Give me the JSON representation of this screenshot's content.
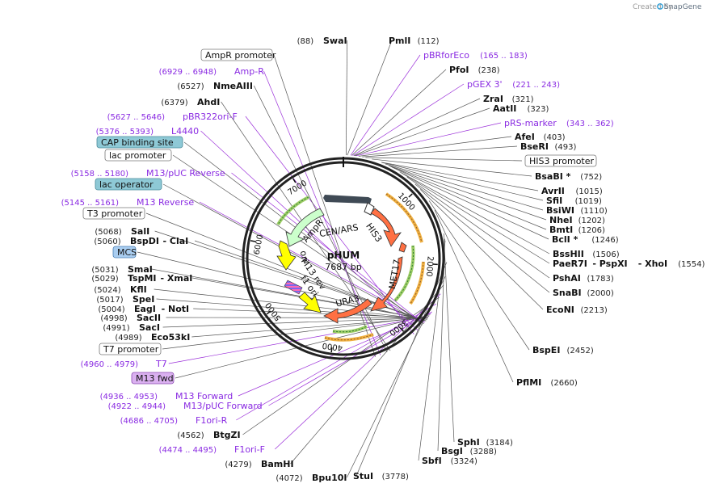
{
  "credit": {
    "prefix": "Created by",
    "brand": "SnapGene"
  },
  "plasmid": {
    "name": "pHUM",
    "size_label": "7687 bp"
  },
  "ticks": [
    "1000",
    "2000",
    "3000",
    "4000",
    "5000",
    "6000",
    "7000"
  ],
  "inner_features": [
    "CEN/ARS",
    "HIS3",
    "AmpR",
    "MET17",
    "URA3",
    "ori",
    "M13 rev",
    "f1 ori"
  ],
  "labels": [
    {
      "pos": "(88)",
      "name": "SwaI",
      "kind": "site"
    },
    {
      "name": "PmlI",
      "pos": "(112)",
      "kind": "site"
    },
    {
      "name": "pBRforEco",
      "pos": "(165 .. 183)",
      "kind": "primer"
    },
    {
      "name": "PfoI",
      "pos": "(238)",
      "kind": "site"
    },
    {
      "name": "pGEX 3'",
      "pos": "(221 .. 243)",
      "kind": "primer"
    },
    {
      "name": "ZraI",
      "pos": "(321)",
      "kind": "site"
    },
    {
      "name": "AatII",
      "pos": "(323)",
      "kind": "site"
    },
    {
      "name": "pRS-marker",
      "pos": "(343 .. 362)",
      "kind": "primer"
    },
    {
      "name": "AfeI",
      "pos": "(403)",
      "kind": "site"
    },
    {
      "name": "BseRI",
      "pos": "(493)",
      "kind": "site"
    },
    {
      "name": "HIS3 promoter",
      "kind": "box-white"
    },
    {
      "name": "BsaBI *",
      "pos": "(752)",
      "kind": "site"
    },
    {
      "name": "AvrII",
      "pos": "(1015)",
      "kind": "site"
    },
    {
      "name": "SfiI",
      "pos": "(1019)",
      "kind": "site"
    },
    {
      "name": "BsiWI",
      "pos": "(1110)",
      "kind": "site"
    },
    {
      "name": "NheI",
      "pos": "(1202)",
      "kind": "site"
    },
    {
      "name": "BmtI",
      "pos": "(1206)",
      "kind": "site"
    },
    {
      "name": "BclI *",
      "pos": "(1246)",
      "kind": "site"
    },
    {
      "name": "BssHII",
      "pos": "(1506)",
      "kind": "site"
    },
    {
      "name": "PaeR7I",
      "extra": [
        "PspXI",
        "XhoI"
      ],
      "pos": "(1554)",
      "kind": "site"
    },
    {
      "name": "PshAI",
      "pos": "(1783)",
      "kind": "site"
    },
    {
      "name": "SnaBI",
      "pos": "(2000)",
      "kind": "site"
    },
    {
      "name": "EcoNI",
      "pos": "(2213)",
      "kind": "site"
    },
    {
      "name": "BspEI",
      "pos": "(2452)",
      "kind": "site"
    },
    {
      "name": "PflMI",
      "pos": "(2660)",
      "kind": "site"
    },
    {
      "name": "SphI",
      "pos": "(3184)",
      "kind": "site"
    },
    {
      "name": "BsgI",
      "pos": "(3288)",
      "kind": "site"
    },
    {
      "name": "SbfI",
      "pos": "(3324)",
      "kind": "site"
    },
    {
      "name": "StuI",
      "pos": "(3778)",
      "kind": "site"
    },
    {
      "pos": "(4072)",
      "name": "Bpu10I",
      "kind": "site"
    },
    {
      "pos": "(4279)",
      "name": "BamHI",
      "kind": "site"
    },
    {
      "pos": "(4474 .. 4495)",
      "name": "F1ori-F",
      "kind": "primer"
    },
    {
      "pos": "(4562)",
      "name": "BtgZI",
      "kind": "site"
    },
    {
      "pos": "(4686 .. 4705)",
      "name": "F1ori-R",
      "kind": "primer"
    },
    {
      "pos": "(4922 .. 4944)",
      "name": "M13/pUC Forward",
      "kind": "primer"
    },
    {
      "pos": "(4936 .. 4953)",
      "name": "M13 Forward",
      "kind": "primer"
    },
    {
      "name": "M13 fwd",
      "kind": "box-purple"
    },
    {
      "pos": "(4960 .. 4979)",
      "name": "T7",
      "kind": "primer"
    },
    {
      "name": "T7 promoter",
      "kind": "box-white"
    },
    {
      "pos": "(4989)",
      "name": "Eco53kI",
      "kind": "site"
    },
    {
      "pos": "(4991)",
      "name": "SacI",
      "kind": "site"
    },
    {
      "pos": "(4998)",
      "name": "SacII",
      "kind": "site"
    },
    {
      "pos": "(5004)",
      "name": "EagI",
      "extra": [
        "NotI"
      ],
      "kind": "site"
    },
    {
      "pos": "(5017)",
      "name": "SpeI",
      "kind": "site"
    },
    {
      "pos": "(5024)",
      "name": "KflI",
      "kind": "site"
    },
    {
      "pos": "(5029)",
      "name": "TspMI",
      "extra": [
        "XmaI"
      ],
      "kind": "site"
    },
    {
      "pos": "(5031)",
      "name": "SmaI",
      "kind": "site"
    },
    {
      "name": "MCS",
      "kind": "box-blue"
    },
    {
      "pos": "(5060)",
      "name": "BspDI",
      "extra": [
        "ClaI"
      ],
      "kind": "site"
    },
    {
      "pos": "(5068)",
      "name": "SalI",
      "kind": "site"
    },
    {
      "name": "T3 promoter",
      "kind": "box-white"
    },
    {
      "pos": "(5145 .. 5161)",
      "name": "M13 Reverse",
      "kind": "primer"
    },
    {
      "name": "lac operator",
      "kind": "box-teal"
    },
    {
      "pos": "(5158 .. 5180)",
      "name": "M13/pUC Reverse",
      "kind": "primer"
    },
    {
      "name": "lac promoter",
      "kind": "box-white"
    },
    {
      "name": "CAP binding site",
      "kind": "box-teal"
    },
    {
      "pos": "(5376 .. 5393)",
      "name": "L4440",
      "kind": "primer"
    },
    {
      "pos": "(5627 .. 5646)",
      "name": "pBR322ori-F",
      "kind": "primer"
    },
    {
      "pos": "(6379)",
      "name": "AhdI",
      "kind": "site"
    },
    {
      "pos": "(6527)",
      "name": "NmeAIII",
      "kind": "site"
    },
    {
      "pos": "(6929 .. 6948)",
      "name": "Amp-R",
      "kind": "primer"
    },
    {
      "name": "AmpR promoter",
      "kind": "box-white"
    }
  ]
}
